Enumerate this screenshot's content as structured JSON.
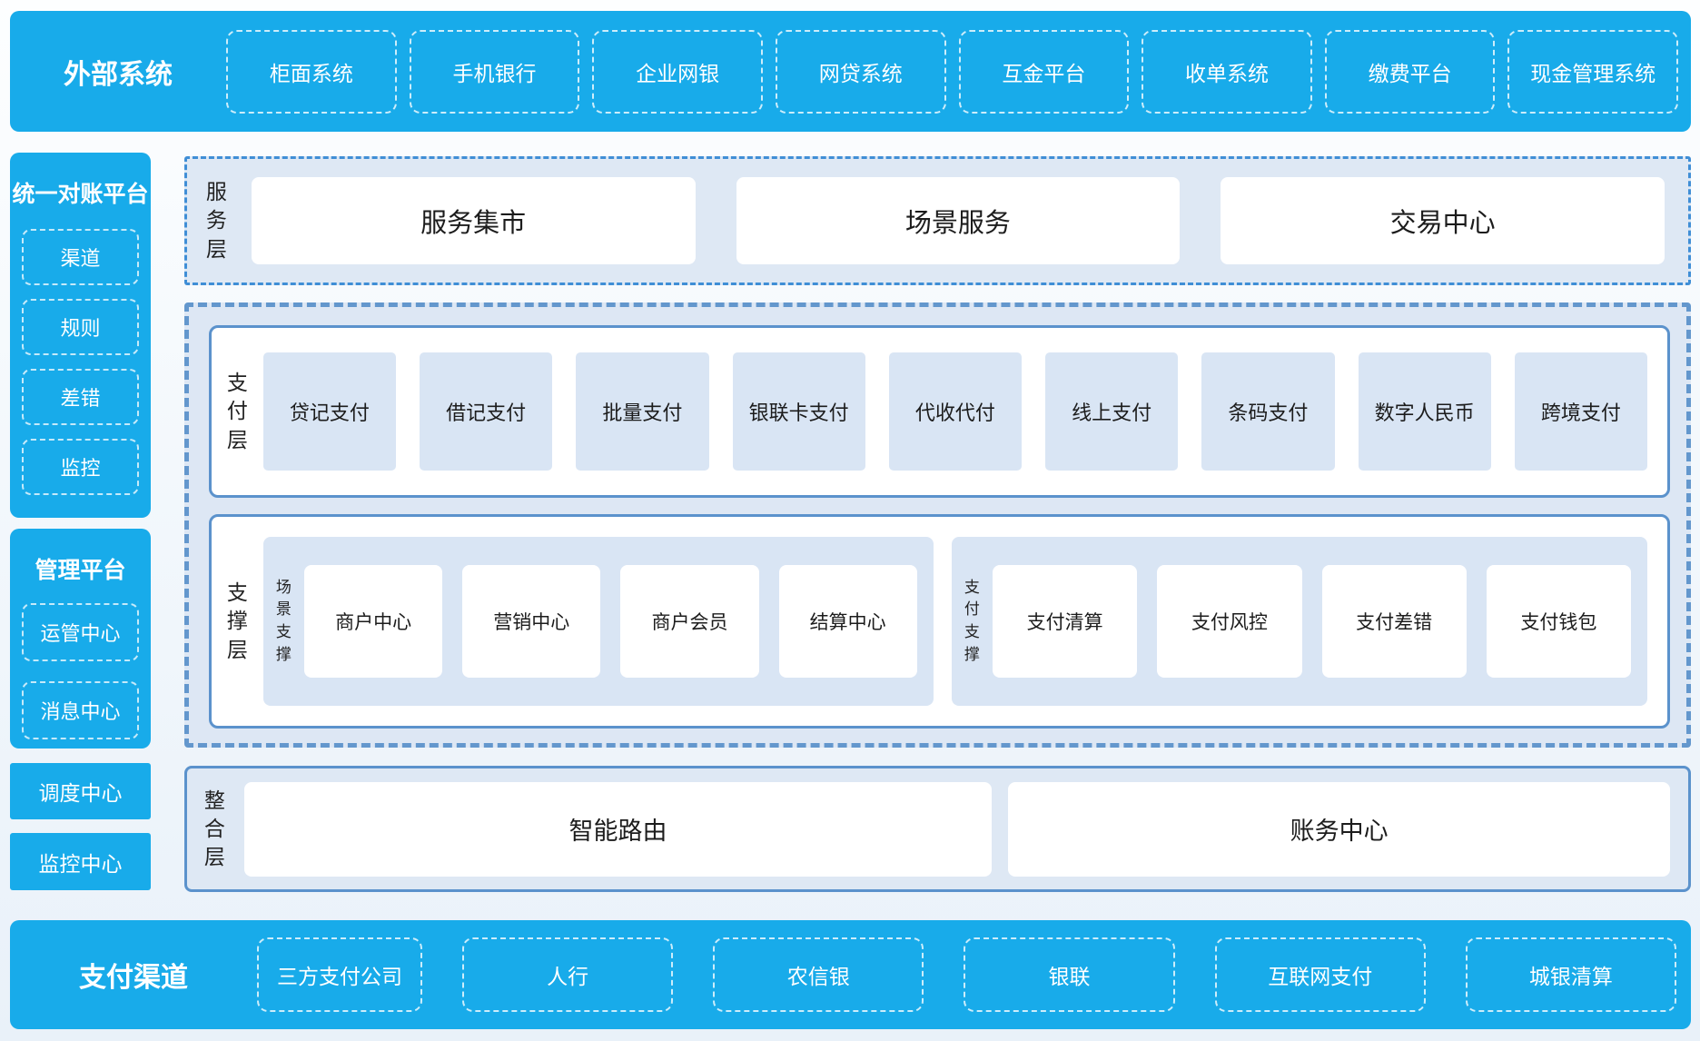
{
  "external_systems": {
    "title": "外部系统",
    "items": [
      "柜面系统",
      "手机银行",
      "企业网银",
      "网贷系统",
      "互金平台",
      "收单系统",
      "缴费平台",
      "现金管理系统"
    ]
  },
  "sidebar": {
    "reconciliation": {
      "title": "统一对账平台",
      "items": [
        "渠道",
        "规则",
        "差错",
        "监控"
      ]
    },
    "management": {
      "title": "管理平台",
      "items": [
        "运管中心",
        "消息中心"
      ]
    },
    "solo": [
      "调度中心",
      "监控中心"
    ]
  },
  "layers": {
    "service": {
      "label": "服务层",
      "items": [
        "服务集市",
        "场景服务",
        "交易中心"
      ]
    },
    "payment": {
      "label": "支付层",
      "items": [
        "贷记支付",
        "借记支付",
        "批量支付",
        "银联卡支付",
        "代收代付",
        "线上支付",
        "条码支付",
        "数字人民币",
        "跨境支付"
      ]
    },
    "support": {
      "label": "支撑层",
      "groups": [
        {
          "label": "场景支撑",
          "items": [
            "商户中心",
            "营销中心",
            "商户会员",
            "结算中心"
          ]
        },
        {
          "label": "支付支撑",
          "items": [
            "支付清算",
            "支付风控",
            "支付差错",
            "支付钱包"
          ]
        }
      ]
    },
    "integration": {
      "label": "整合层",
      "items": [
        "智能路由",
        "账务中心"
      ]
    }
  },
  "payment_channels": {
    "title": "支付渠道",
    "items": [
      "三方支付公司",
      "人行",
      "农信银",
      "银联",
      "互联网支付",
      "城银清算"
    ]
  },
  "colors": {
    "accent_blue": "#18abea",
    "panel_fill": "#dee8f4",
    "item_fill": "#d9e5f4",
    "border_blue": "#5b92cc",
    "text_dark": "#1c1c1c"
  }
}
